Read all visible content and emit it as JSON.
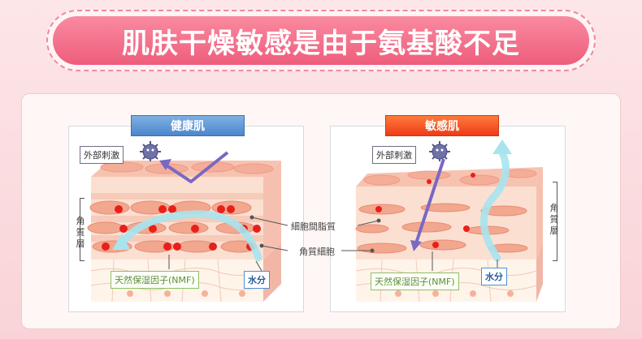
{
  "header": {
    "title": "肌肤干燥敏感是由于氨基酸不足"
  },
  "healthy": {
    "title": "健康肌",
    "stimulus_label": "外部刺激",
    "layer_label": "角質層",
    "nmf_label": "天然保湿因子(NMF)",
    "water_label": "水分"
  },
  "sensitive": {
    "title": "敏感肌",
    "stimulus_label": "外部刺激",
    "layer_label": "角質層",
    "nmf_label": "天然保湿因子(NMF)",
    "water_label": "水分"
  },
  "middle_labels": {
    "lipid": "細胞間脂質",
    "corneocyte": "角質細胞"
  },
  "colors": {
    "banner": "#ee5d7c",
    "healthy_badge": "#4c86cc",
    "sensitive_badge": "#ee3b16",
    "arrow_purple": "#7a68c2",
    "arrow_cyan": "#9fdde8",
    "nucleus_red": "#e8201a"
  },
  "icons": [
    "germ-icon",
    "arrow-reflect-icon",
    "arrow-penetrate-icon",
    "arrow-water-retain-icon",
    "arrow-water-escape-icon"
  ]
}
